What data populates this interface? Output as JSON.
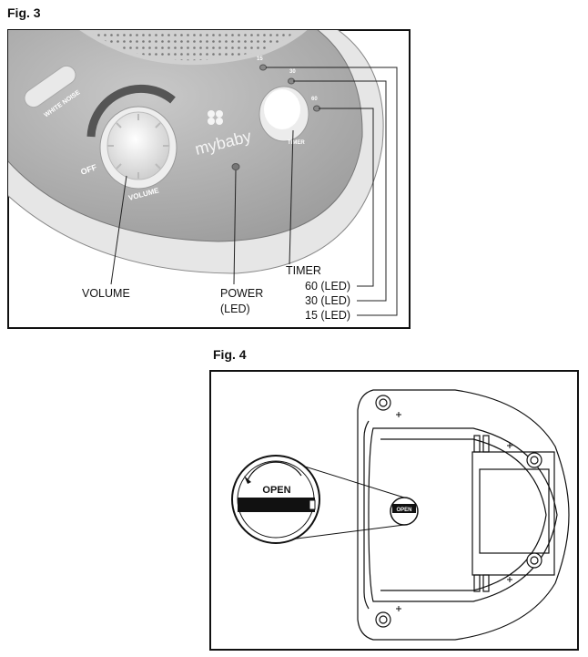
{
  "fig3": {
    "title": "Fig. 3",
    "device_labels": {
      "white_noise": "WHITE NOISE",
      "off": "OFF",
      "volume_dial": "VOLUME",
      "brand": "mybaby",
      "timer_button": "TIMER",
      "led_15": "15",
      "led_30": "30",
      "led_60": "60"
    },
    "callouts": {
      "volume": "VOLUME",
      "power_line1": "POWER",
      "power_line2": "(LED)",
      "timer": "TIMER",
      "led_60": "60 (LED)",
      "led_30": "30 (LED)",
      "led_15": "15 (LED)"
    }
  },
  "fig4": {
    "title": "Fig. 4",
    "open_label": "OPEN",
    "open_label_small": "OPEN"
  }
}
